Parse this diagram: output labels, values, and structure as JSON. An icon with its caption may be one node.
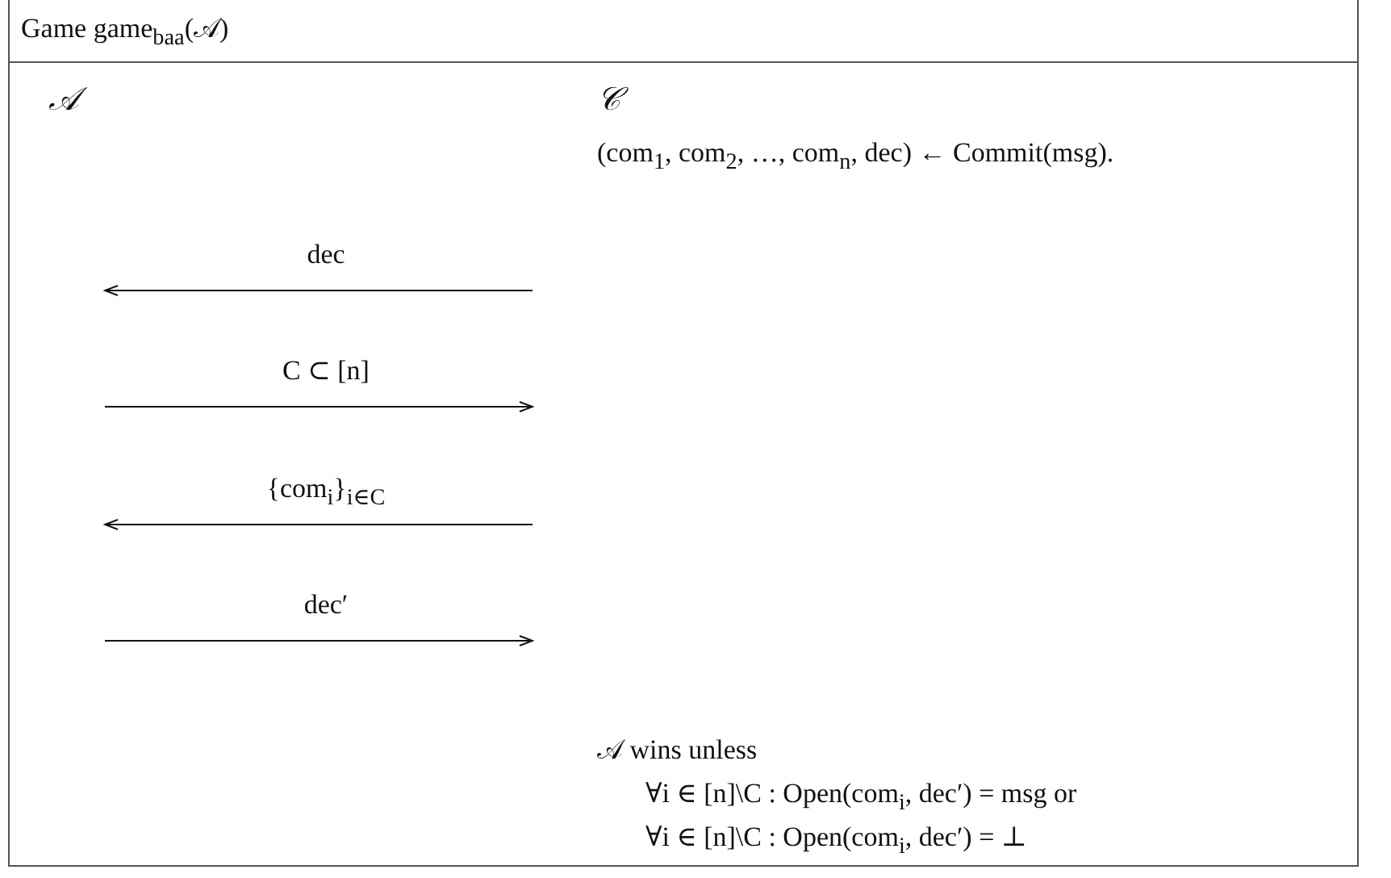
{
  "diagram": {
    "title": "Game game$_{baa}$(𝒜)",
    "nodes": [
      {
        "text": [
          "𝒜"
        ]
      },
      {
        "text": [
          "𝒞",
          "(com$_{1}$, com$_{2}$, …, com$_{n}$, dec) ← Commit(msg)."
        ]
      }
    ],
    "labels": [
      "dec",
      "C ⊂ [n]",
      "{com$_{i}$}$_{i∈C}$",
      "dec′",
      "𝒜 wins unless",
      "∀i ∈ [n]\\C : Open(com$_{i}$, dec′) = msg or",
      "∀i ∈ [n]\\C : Open(com$_{i}$, dec′) = ⊥"
    ]
  }
}
